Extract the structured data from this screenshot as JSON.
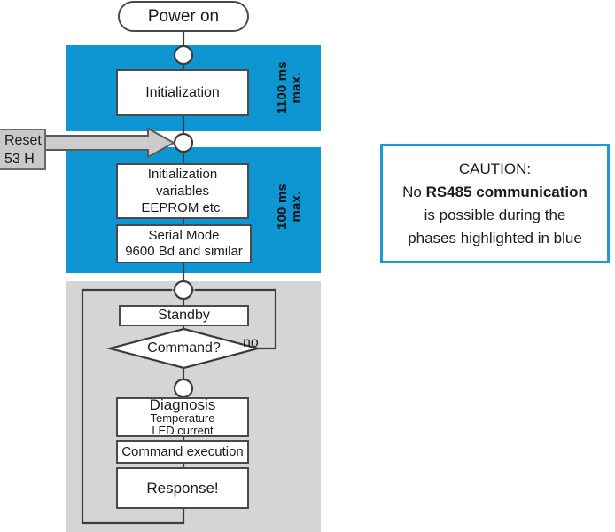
{
  "diagram": {
    "title": "Power-on / RS485 command loop flowchart",
    "colors": {
      "blue_phase": "#0d96d2",
      "gray_phase": "#d4d5d7",
      "node_stroke": "#4a4a4a",
      "caution_border": "#1b9ad6",
      "reset_fill": "#c9c9c9"
    }
  },
  "nodes": {
    "power_on": {
      "label": "Power on"
    },
    "initialization": {
      "label": "Initialization"
    },
    "init_variables": {
      "line1": "Initialization",
      "line2": "variables",
      "line3": "EEPROM etc."
    },
    "serial_mode": {
      "line1": "Serial Mode",
      "line2": "9600 Bd and similar"
    },
    "standby": {
      "label": "Standby"
    },
    "decision": {
      "label": "Command?"
    },
    "diagnosis": {
      "line1": "Diagnosis",
      "line2": "Temperature",
      "line3": "LED current"
    },
    "command_execution": {
      "label": "Command execution"
    },
    "response": {
      "label": "Response!"
    }
  },
  "edges": {
    "no_branch_label": "no"
  },
  "reset": {
    "line1": "Reset",
    "line2": "53 H"
  },
  "phases": {
    "initialization_timing": {
      "line1": "1100 ms",
      "line2": "max."
    },
    "variables_timing": {
      "line1": "100 ms",
      "line2": "max."
    }
  },
  "caution": {
    "line1": "CAUTION:",
    "line2_prefix": "No ",
    "line2_bold": "RS485 communication",
    "line3": "is possible during the",
    "line4": "phases highlighted in blue"
  }
}
